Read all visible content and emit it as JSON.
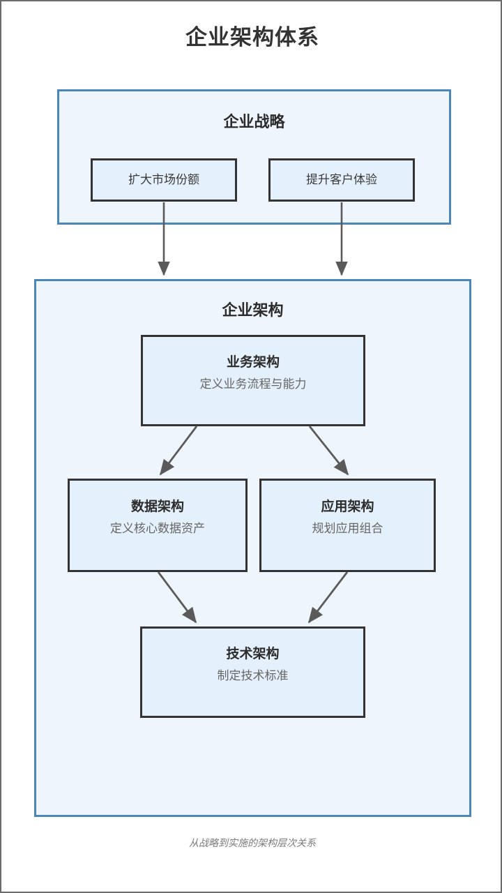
{
  "page": {
    "title": "企业架构体系",
    "caption": "从战略到实施的架构层次关系"
  },
  "colors": {
    "group_border": "#4a86b8",
    "group_fill": "#eef5fd",
    "node_border": "#333333",
    "node_fill": "#e4f0fb",
    "arrow": "#5a5a5a",
    "title_text": "#333333",
    "subtitle_text": "#666666",
    "caption_text": "#7a7a7a",
    "page_border": "#6b6b6b"
  },
  "strategy_group": {
    "title": "企业战略",
    "items": [
      {
        "label": "扩大市场份额"
      },
      {
        "label": "提升客户体验"
      }
    ]
  },
  "architecture_group": {
    "title": "企业架构",
    "nodes": [
      {
        "title": "业务架构",
        "subtitle": "定义业务流程与能力"
      },
      {
        "title": "数据架构",
        "subtitle": "定义核心数据资产"
      },
      {
        "title": "应用架构",
        "subtitle": "规划应用组合"
      },
      {
        "title": "技术架构",
        "subtitle": "制定技术标准"
      }
    ]
  },
  "connectors": [
    {
      "name": "market-share-to-ea",
      "from": "扩大市场份额",
      "to": "企业架构"
    },
    {
      "name": "customer-experience-to-ea",
      "from": "提升客户体验",
      "to": "企业架构"
    },
    {
      "name": "business-to-data",
      "from": "业务架构",
      "to": "数据架构"
    },
    {
      "name": "business-to-application",
      "from": "业务架构",
      "to": "应用架构"
    },
    {
      "name": "data-to-technology",
      "from": "数据架构",
      "to": "技术架构"
    },
    {
      "name": "application-to-technology",
      "from": "应用架构",
      "to": "技术架构"
    }
  ]
}
